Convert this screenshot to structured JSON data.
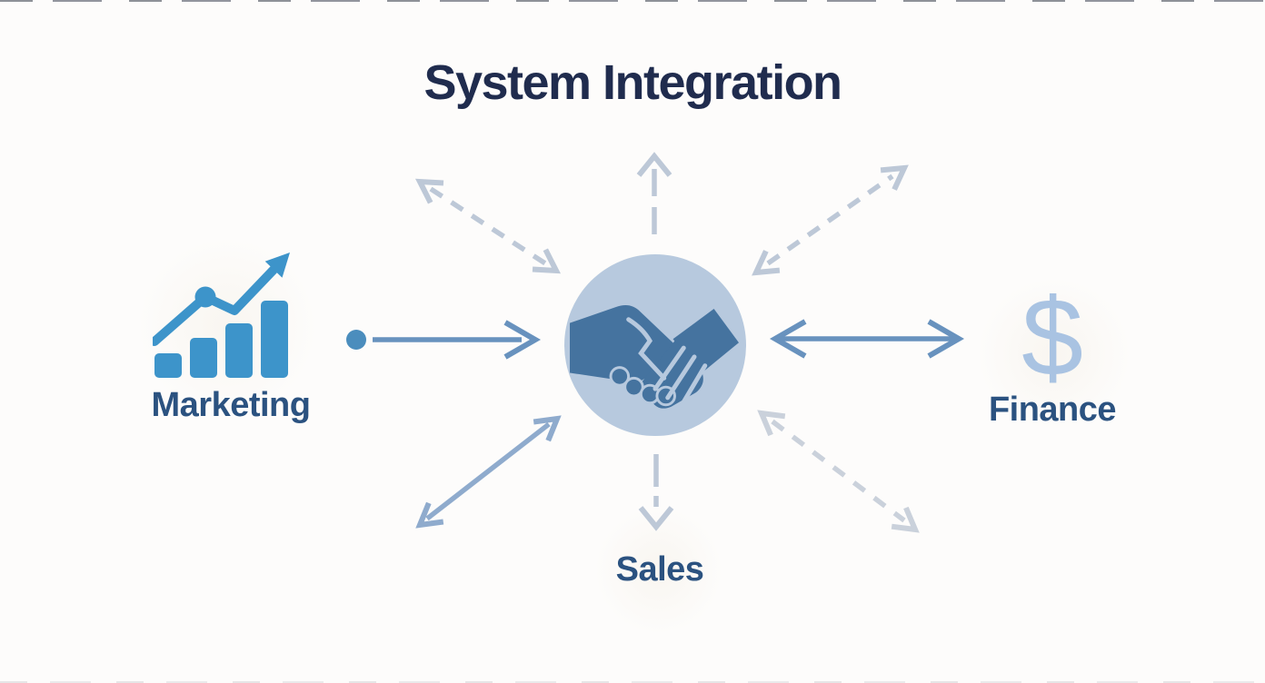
{
  "title": "System Integration",
  "center_node": {
    "icon": "handshake-icon",
    "meaning": "integration hub"
  },
  "nodes": {
    "marketing": {
      "label": "Marketing",
      "icon": "growth-bar-chart-icon"
    },
    "finance": {
      "label": "Finance",
      "icon": "dollar-sign-icon",
      "glyph": "$"
    },
    "sales": {
      "label": "Sales"
    }
  },
  "connections": [
    {
      "from": "marketing",
      "to": "center",
      "style": "solid",
      "heads": "single",
      "origin": "dot"
    },
    {
      "from": "center",
      "to": "finance",
      "style": "solid",
      "heads": "double"
    },
    {
      "from": "center",
      "to": "top",
      "style": "long-dash",
      "heads": "single"
    },
    {
      "from": "center",
      "to": "upper-left",
      "style": "dashed",
      "heads": "double"
    },
    {
      "from": "center",
      "to": "upper-right",
      "style": "dashed",
      "heads": "double"
    },
    {
      "from": "center",
      "to": "lower-left",
      "style": "solid",
      "heads": "double"
    },
    {
      "from": "center",
      "to": "sales",
      "style": "long-dash",
      "heads": "single"
    },
    {
      "from": "center",
      "to": "lower-right",
      "style": "dashed",
      "heads": "double"
    }
  ],
  "colors": {
    "background": "#fdfcfb",
    "title_text": "#202c4e",
    "label_text": "#2b5280",
    "marketing_icon": "#3d94ca",
    "dot": "#4b8dbd",
    "solid_arrow": "#6892be",
    "soft_arrow": "#8fabcd",
    "light_arrow": "#bdc8d7",
    "faint_arrow": "#cad1db",
    "circle_fill": "#b7c9de",
    "handshake": "#45739f",
    "dollar": "#a9c3e2"
  }
}
